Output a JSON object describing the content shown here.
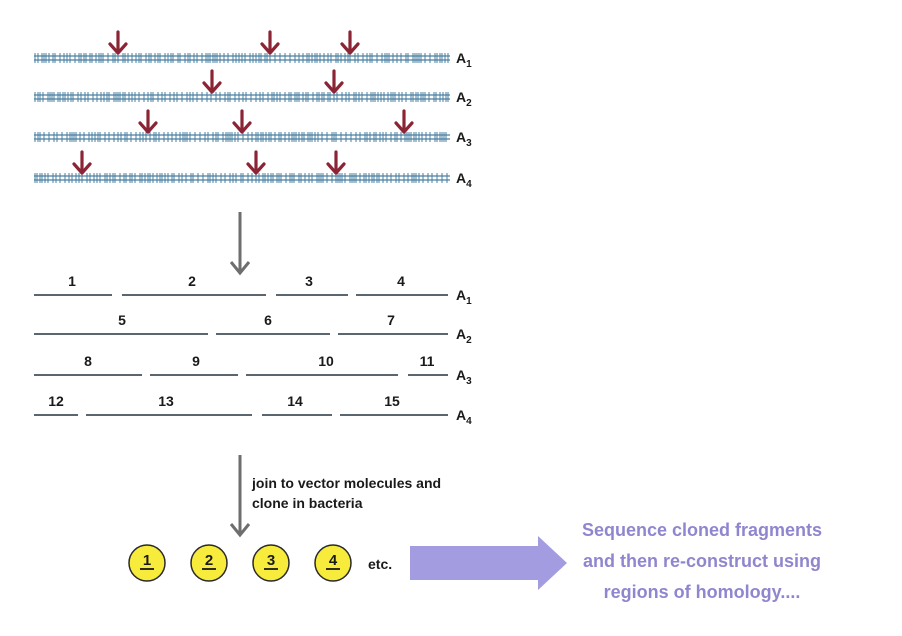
{
  "dna_rows": [
    {
      "label": "A",
      "sub": "1"
    },
    {
      "label": "A",
      "sub": "2"
    },
    {
      "label": "A",
      "sub": "3"
    },
    {
      "label": "A",
      "sub": "4"
    }
  ],
  "fragment_rows": [
    {
      "label": "A",
      "sub": "1",
      "fragments": [
        "1",
        "2",
        "3",
        "4"
      ]
    },
    {
      "label": "A",
      "sub": "2",
      "fragments": [
        "5",
        "6",
        "7"
      ]
    },
    {
      "label": "A",
      "sub": "3",
      "fragments": [
        "8",
        "9",
        "10",
        "11"
      ]
    },
    {
      "label": "A",
      "sub": "4",
      "fragments": [
        "12",
        "13",
        "14",
        "15"
      ]
    }
  ],
  "step_text": [
    "join to vector molecules and",
    "clone in bacteria"
  ],
  "clones": [
    "1",
    "2",
    "3",
    "4"
  ],
  "clones_suffix": "etc.",
  "note": [
    "Sequence cloned fragments",
    "and then re-construct using",
    "regions of homology...."
  ],
  "colors": {
    "dna": "#4a7fa0",
    "cut_arrow": "#8b2535",
    "fragment_line": "#5a6670",
    "flow_arrow": "#6e6e6e",
    "clone_fill": "#f7ec3c",
    "note_text": "#8f86cf",
    "big_arrow": "#a39ce0"
  }
}
